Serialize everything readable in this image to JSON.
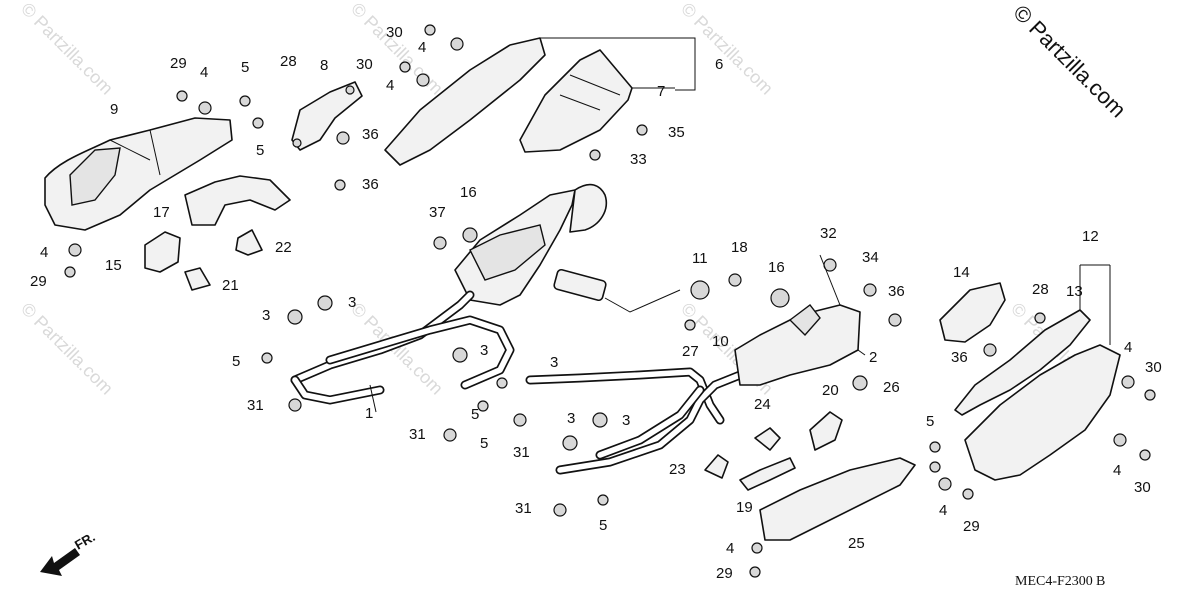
{
  "copyright": "© Partzilla.com",
  "watermark": "© Partzilla.com",
  "diagram_code": "MEC4-F2300",
  "diagram_code_suffix": "B",
  "front_arrow": "FR.",
  "callouts": {
    "c1": "1",
    "c2": "2",
    "c3a": "3",
    "c3b": "3",
    "c3c": "3",
    "c3d": "3",
    "c3e": "3",
    "c3f": "3",
    "c4a": "4",
    "c4b": "4",
    "c4c": "4",
    "c4d": "4",
    "c4e": "4",
    "c4f": "4",
    "c4g": "4",
    "c4h": "4",
    "c5a": "5",
    "c5b": "5",
    "c5c": "5",
    "c5d": "5",
    "c5e": "5",
    "c5f": "5",
    "c5g": "5",
    "c6": "6",
    "c7": "7",
    "c8": "8",
    "c9": "9",
    "c10": "10",
    "c11": "11",
    "c12": "12",
    "c13": "13",
    "c14": "14",
    "c15": "15",
    "c16a": "16",
    "c16b": "16",
    "c17": "17",
    "c18": "18",
    "c19": "19",
    "c20": "20",
    "c21": "21",
    "c22": "22",
    "c23": "23",
    "c24": "24",
    "c25": "25",
    "c26": "26",
    "c27": "27",
    "c28a": "28",
    "c28b": "28",
    "c29a": "29",
    "c29b": "29",
    "c29c": "29",
    "c29d": "29",
    "c30a": "30",
    "c30b": "30",
    "c30c": "30",
    "c30d": "30",
    "c31a": "31",
    "c31b": "31",
    "c31c": "31",
    "c31d": "31",
    "c32": "32",
    "c33": "33",
    "c34": "34",
    "c35": "35",
    "c36a": "36",
    "c36b": "36",
    "c36c": "36",
    "c36d": "36",
    "c37": "37"
  }
}
